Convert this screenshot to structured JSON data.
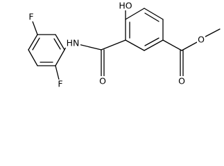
{
  "molecule": {
    "labels": {
      "hydroxyl": "HO",
      "amide_nh": "HN",
      "amide_o": "O",
      "ester_o_carbonyl": "O",
      "ester_o_methoxy": "O",
      "fluorine_top": "F",
      "fluorine_bottom": "F"
    }
  }
}
